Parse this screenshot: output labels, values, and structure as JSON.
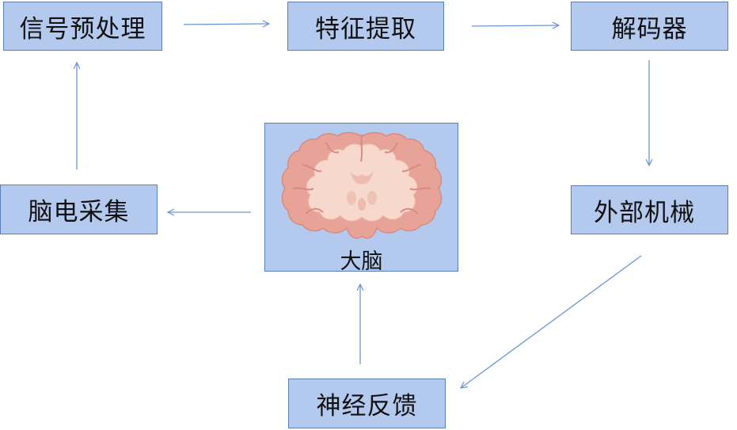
{
  "nodes": {
    "preprocess": "信号预处理",
    "feature": "特征提取",
    "decoder": "解码器",
    "eeg": "脑电采集",
    "mechanism": "外部机械",
    "feedback": "神经反馈",
    "brain": "大脑"
  },
  "colors": {
    "box_fill": "#b4c9ee",
    "box_border": "#5b7fb8",
    "arrow": "#6d94d6",
    "brain_cortex": "#e8a399",
    "brain_white_matter": "#f6d8cc"
  },
  "icons": {
    "brain": "brain-coronal-section-icon"
  }
}
